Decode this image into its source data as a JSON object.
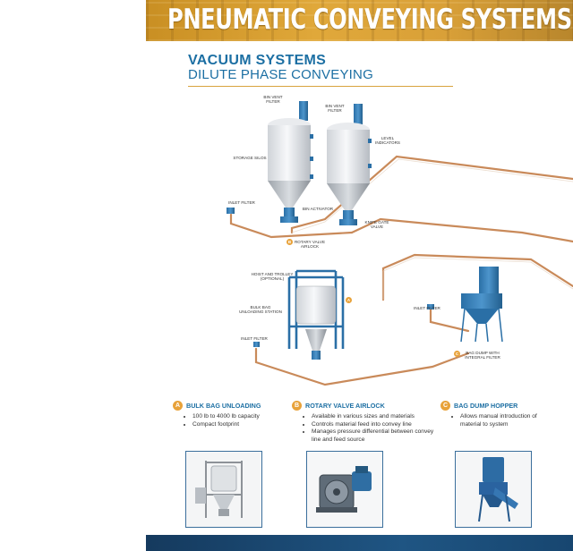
{
  "banner": {
    "title": "PNEUMATIC CONVEYING SYSTEMS"
  },
  "section": {
    "title": "VACUUM SYSTEMS",
    "subtitle": "DILUTE PHASE CONVEYING"
  },
  "diagram_labels": {
    "bin_vent_filter_1": "BIN VENT FILTER",
    "bin_vent_filter_2": "BIN VENT FILTER",
    "level_indicators": "LEVEL INDICATORS",
    "storage_silos": "STORAGE SILOS",
    "inlet_filter": "INLET FILTER",
    "bin_activator": "BIN ACTIVATOR",
    "knife_gate_valve": "KNIFE GATE VALVE",
    "rotary_valve_airlock": "ROTARY VALVE AIRLOCK",
    "hoist_trolley": "HOIST AND TROLLEY (OPTIONAL)",
    "bulk_bag_station": "BULK BAG UNLOADING STATION",
    "inlet_filter_2": "INLET FILTER",
    "inlet_filter_3": "INLET FILTER",
    "bag_dump_filter": "BAG DUMP WITH INTEGRAL FILTER",
    "badge_a": "A",
    "badge_b": "B",
    "badge_c": "C"
  },
  "features": [
    {
      "badge": "A",
      "title": "BULK BAG UNLOADING",
      "items": [
        "100 lb to 4000 lb capacity",
        "Compact footprint"
      ]
    },
    {
      "badge": "B",
      "title": "ROTARY VALVE AIRLOCK",
      "items": [
        "Available in various sizes and materials",
        "Controls material feed into convey line",
        "Manages pressure differential between convey line and feed source"
      ]
    },
    {
      "badge": "C",
      "title": "BAG DUMP HOPPER",
      "items": [
        "Allows manual introduction of material to system"
      ]
    }
  ],
  "colors": {
    "accent_blue": "#1c6fa3",
    "accent_orange": "#e8a23a",
    "banner_gold": "#d9a038",
    "pipe": "#c98a5a"
  }
}
